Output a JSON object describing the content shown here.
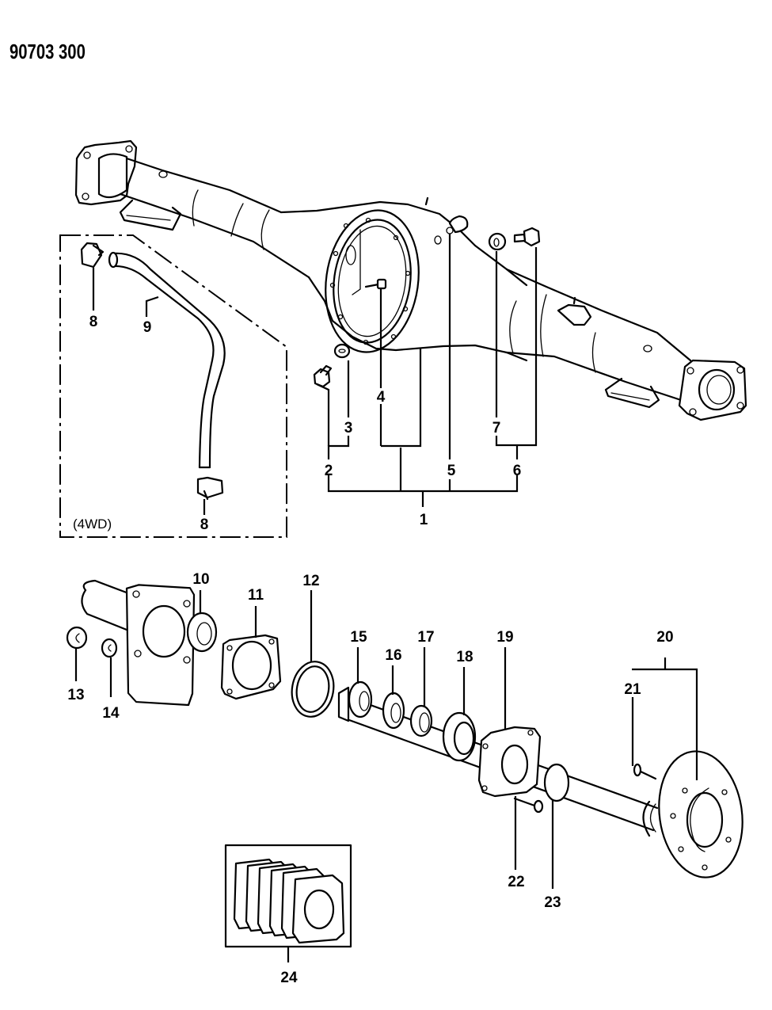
{
  "document": {
    "id": "90703 300",
    "type": "exploded-parts-diagram",
    "subject": "rear axle housing and axle shaft"
  },
  "inset": {
    "label": "(4WD)"
  },
  "callouts": [
    {
      "number": "1",
      "group": [
        "2",
        "4",
        "5",
        "6"
      ]
    },
    {
      "number": "2",
      "group": [
        "3"
      ]
    },
    {
      "number": "3"
    },
    {
      "number": "4"
    },
    {
      "number": "5"
    },
    {
      "number": "6",
      "group": [
        "7"
      ]
    },
    {
      "number": "7"
    },
    {
      "number": "8"
    },
    {
      "number": "8"
    },
    {
      "number": "9"
    },
    {
      "number": "10"
    },
    {
      "number": "11"
    },
    {
      "number": "12"
    },
    {
      "number": "13"
    },
    {
      "number": "14"
    },
    {
      "number": "15"
    },
    {
      "number": "16"
    },
    {
      "number": "17"
    },
    {
      "number": "18"
    },
    {
      "number": "19"
    },
    {
      "number": "20",
      "group": [
        "21"
      ]
    },
    {
      "number": "21"
    },
    {
      "number": "22"
    },
    {
      "number": "23"
    },
    {
      "number": "24"
    }
  ]
}
